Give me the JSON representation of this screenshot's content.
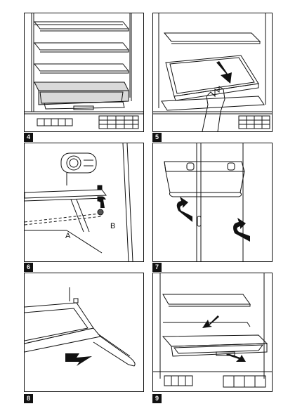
{
  "figures": [
    {
      "number": "4"
    },
    {
      "number": "5"
    },
    {
      "number": "6",
      "callouts": [
        "A",
        "B"
      ]
    },
    {
      "number": "7"
    },
    {
      "number": "8"
    },
    {
      "number": "9"
    }
  ]
}
